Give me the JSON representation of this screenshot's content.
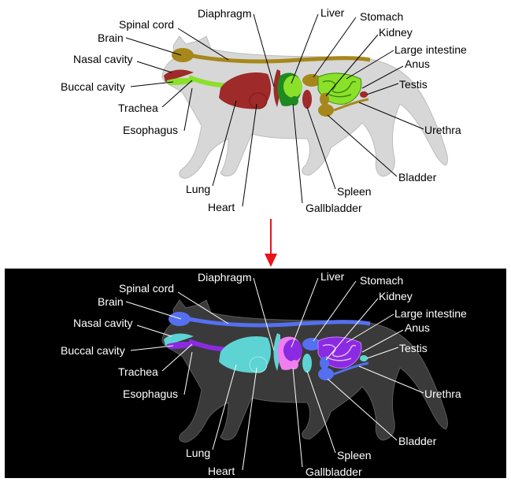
{
  "labels": {
    "spinal_cord": "Spinal cord",
    "brain": "Brain",
    "nasal_cavity": "Nasal cavity",
    "buccal_cavity": "Buccal cavity",
    "trachea": "Trachea",
    "esophagus": "Esophagus",
    "lung": "Lung",
    "heart": "Heart",
    "diaphragm": "Diaphragm",
    "liver": "Liver",
    "stomach": "Stomach",
    "kidney": "Kidney",
    "large_intestine": "Large intestine",
    "anus": "Anus",
    "testis": "Testis",
    "urethra": "Urethra",
    "bladder": "Bladder",
    "spleen": "Spleen",
    "gallbladder": "Gallbladder"
  },
  "colors": {
    "top_background": "#ffffff",
    "bottom_background": "#000000",
    "arrow": "#e8141c",
    "top_body": "#d7d7d7",
    "bottom_body": "#3a3a3a",
    "top_nerve": "#a7871a",
    "bottom_nerve": "#5470f0",
    "top_lung": "#9f2a2a",
    "bottom_lung": "#5ed3d3",
    "top_digestive": "#8be02a",
    "bottom_digestive": "#8a2be2",
    "top_liver": "#1f8a1f",
    "bottom_liver": "#f07ef0"
  },
  "panels": [
    "top-diagram",
    "bottom-diagram"
  ],
  "arrow_icon": "down-arrow-icon"
}
